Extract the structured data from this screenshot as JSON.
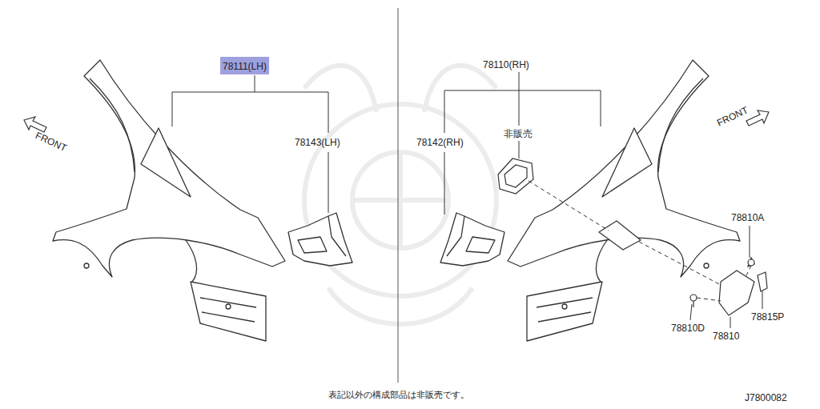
{
  "diagram": {
    "nodes": [
      {
        "text": [
          "78111(LH)"
        ]
      }
    ],
    "labels": [
      "FRONT",
      "78143(LH)",
      "78110(RH)",
      "非販売",
      "78142(RH)",
      "FRONT",
      "78810A",
      "78815P",
      "78810D",
      "78810",
      "表記以外の構成部品は非販売です。",
      "J7800082"
    ]
  }
}
